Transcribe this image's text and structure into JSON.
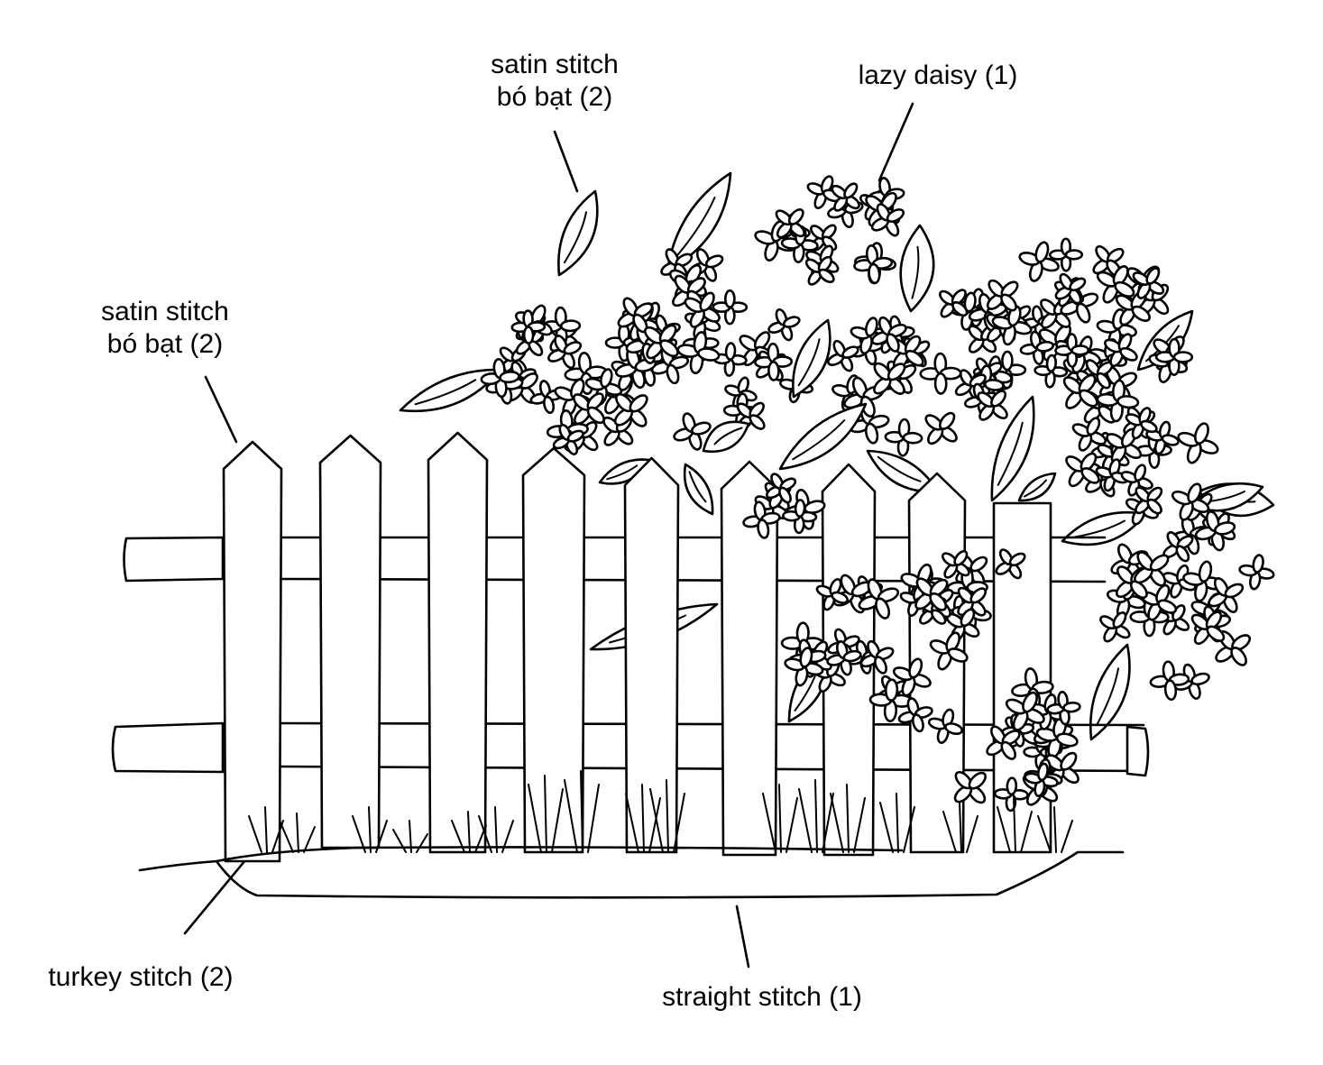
{
  "diagram": {
    "labels": {
      "satin_top": {
        "line1": "satin stitch",
        "line2": "bó bạt (2)"
      },
      "lazy_daisy": {
        "text": "lazy daisy (1)"
      },
      "satin_left": {
        "line1": "satin stitch",
        "line2": "bó bạt (2)"
      },
      "turkey": {
        "text": "turkey stitch (2)"
      },
      "straight": {
        "text": "straight stitch (1)"
      }
    },
    "colors": {
      "ink": "#000000",
      "paper": "#ffffff"
    }
  }
}
